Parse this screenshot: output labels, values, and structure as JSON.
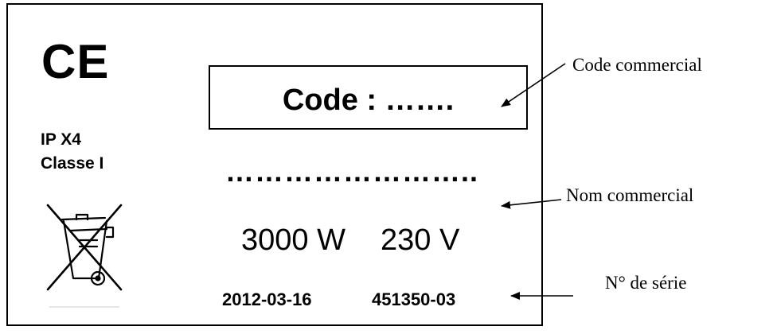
{
  "plate": {
    "ce_mark": "CE",
    "ip_rating": "IP X4",
    "class": "Classe I",
    "code_text": "Code : …….",
    "commercial_name": "……………………..",
    "power": "3000 W",
    "voltage": "230 V",
    "date": "2012-03-16",
    "serial": "451350-03",
    "weee_icon": "crossed-out-wheelie-bin-icon"
  },
  "callouts": {
    "code_label": "Code commercial",
    "name_label": "Nom commercial",
    "serial_label": "N° de série"
  }
}
